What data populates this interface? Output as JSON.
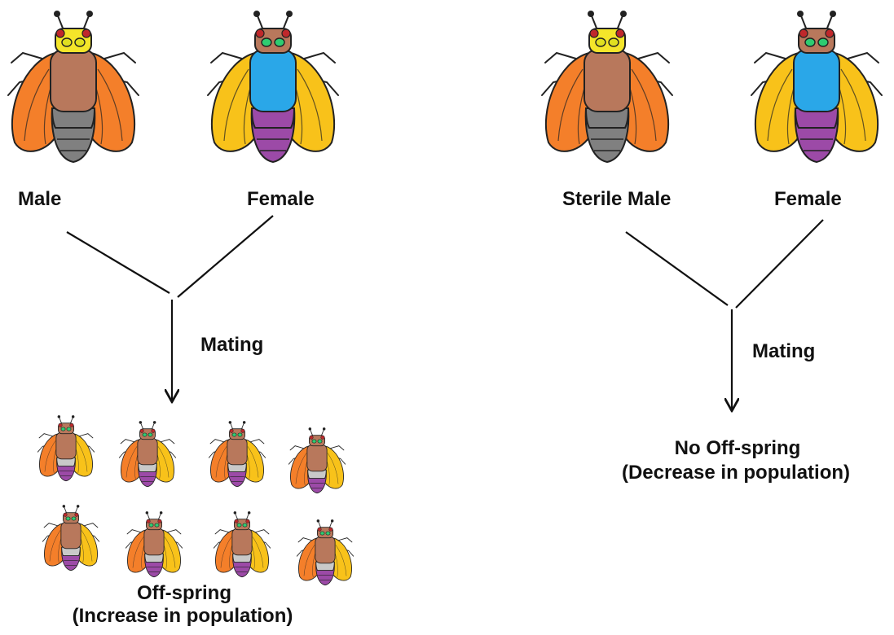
{
  "left": {
    "male_label": "Male",
    "female_label": "Female",
    "mating_label": "Mating",
    "result_line1": "Off-spring",
    "result_line2": "(Increase in population)"
  },
  "right": {
    "male_label": "Sterile Male",
    "female_label": "Female",
    "mating_label": "Mating",
    "result_line1": "No Off-spring",
    "result_line2": "(Decrease in population)"
  },
  "colors": {
    "male_head": "#f4e52a",
    "male_thorax": "#b8785c",
    "male_abdomen": "#808080",
    "male_wings": "#f47f2a",
    "female_head": "#b8785c",
    "female_thorax": "#2aa7e8",
    "female_abdomen": "#9c4aa7",
    "female_wings": "#f8c21a",
    "offspring_abdomen_top": "#c9c9c9",
    "offspring_abdomen_bottom": "#9c4aa7",
    "eye_male": "#e0e020",
    "eye_female": "#2ecc71",
    "eye_mark": "#c0282b",
    "line": "#111111"
  },
  "icons": {
    "male_fly": "male-fruit-fly-icon",
    "female_fly": "female-fruit-fly-icon",
    "offspring_fly": "offspring-fruit-fly-icon"
  }
}
